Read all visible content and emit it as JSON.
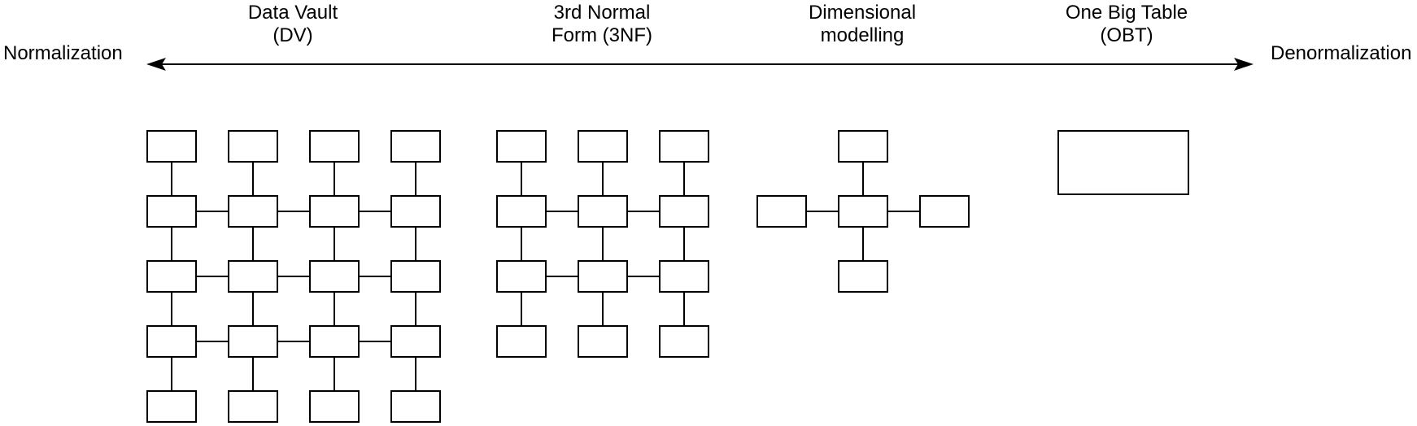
{
  "colors": {
    "stroke": "#000000",
    "background": "#ffffff"
  },
  "axis": {
    "left_label": "Normalization",
    "right_label": "Denormalization"
  },
  "approaches": [
    {
      "id": "data-vault",
      "line1": "Data Vault",
      "line2": "(DV)"
    },
    {
      "id": "3nf",
      "line1": "3rd Normal",
      "line2": "Form (3NF)"
    },
    {
      "id": "dimensional",
      "line1": "Dimensional",
      "line2": "modelling"
    },
    {
      "id": "obt",
      "line1": "One Big Table",
      "line2": "(OBT)"
    }
  ],
  "diagrams": [
    {
      "name": "data-vault-schema",
      "boxes": [
        [
          180,
          160
        ],
        [
          280,
          160
        ],
        [
          380,
          160
        ],
        [
          480,
          160
        ],
        [
          180,
          240
        ],
        [
          280,
          240
        ],
        [
          380,
          240
        ],
        [
          480,
          240
        ],
        [
          180,
          320
        ],
        [
          280,
          320
        ],
        [
          380,
          320
        ],
        [
          480,
          320
        ],
        [
          180,
          400
        ],
        [
          280,
          400
        ],
        [
          380,
          400
        ],
        [
          480,
          400
        ],
        [
          180,
          480
        ],
        [
          280,
          480
        ],
        [
          380,
          480
        ],
        [
          480,
          480
        ]
      ],
      "connectors": [
        [
          210,
          200,
          2,
          40
        ],
        [
          310,
          200,
          2,
          40
        ],
        [
          410,
          200,
          2,
          40
        ],
        [
          510,
          200,
          2,
          40
        ],
        [
          210,
          280,
          2,
          40
        ],
        [
          310,
          280,
          2,
          40
        ],
        [
          410,
          280,
          2,
          40
        ],
        [
          510,
          280,
          2,
          40
        ],
        [
          210,
          360,
          2,
          40
        ],
        [
          310,
          360,
          2,
          40
        ],
        [
          410,
          360,
          2,
          40
        ],
        [
          510,
          360,
          2,
          40
        ],
        [
          210,
          440,
          2,
          40
        ],
        [
          310,
          440,
          2,
          40
        ],
        [
          410,
          440,
          2,
          40
        ],
        [
          510,
          440,
          2,
          40
        ],
        [
          242,
          259,
          38,
          2
        ],
        [
          342,
          259,
          38,
          2
        ],
        [
          442,
          259,
          38,
          2
        ],
        [
          242,
          339,
          38,
          2
        ],
        [
          342,
          339,
          38,
          2
        ],
        [
          442,
          339,
          38,
          2
        ],
        [
          242,
          419,
          38,
          2
        ],
        [
          342,
          419,
          38,
          2
        ],
        [
          442,
          419,
          38,
          2
        ]
      ]
    },
    {
      "name": "3nf-schema",
      "boxes": [
        [
          610,
          160
        ],
        [
          710,
          160
        ],
        [
          810,
          160
        ],
        [
          610,
          240
        ],
        [
          710,
          240
        ],
        [
          810,
          240
        ],
        [
          610,
          320
        ],
        [
          710,
          320
        ],
        [
          810,
          320
        ],
        [
          610,
          400
        ],
        [
          710,
          400
        ],
        [
          810,
          400
        ]
      ],
      "connectors": [
        [
          640,
          200,
          2,
          40
        ],
        [
          740,
          200,
          2,
          40
        ],
        [
          840,
          200,
          2,
          40
        ],
        [
          640,
          280,
          2,
          40
        ],
        [
          740,
          280,
          2,
          40
        ],
        [
          840,
          280,
          2,
          40
        ],
        [
          640,
          360,
          2,
          40
        ],
        [
          740,
          360,
          2,
          40
        ],
        [
          840,
          360,
          2,
          40
        ],
        [
          672,
          259,
          38,
          2
        ],
        [
          772,
          259,
          38,
          2
        ],
        [
          672,
          339,
          38,
          2
        ],
        [
          772,
          339,
          38,
          2
        ]
      ]
    },
    {
      "name": "dimensional-star-schema",
      "boxes": [
        [
          1030,
          160
        ],
        [
          930,
          240
        ],
        [
          1030,
          240
        ],
        [
          1130,
          240
        ],
        [
          1030,
          320
        ]
      ],
      "connectors": [
        [
          1060,
          200,
          2,
          40
        ],
        [
          1060,
          280,
          2,
          40
        ],
        [
          992,
          259,
          38,
          2
        ],
        [
          1092,
          259,
          38,
          2
        ]
      ]
    },
    {
      "name": "obt-schema",
      "boxes": [
        [
          1300,
          160,
          162,
          80
        ]
      ],
      "connectors": []
    }
  ]
}
